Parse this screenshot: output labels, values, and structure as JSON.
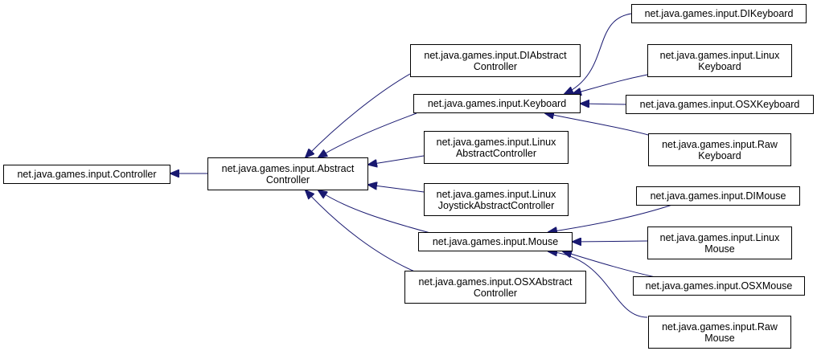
{
  "colors": {
    "edge": "#191970",
    "border": "#000000",
    "background": "#ffffff"
  },
  "nodes": {
    "controller": {
      "lines": [
        "net.java.games.input.Controller"
      ]
    },
    "abstract_controller": {
      "lines": [
        "net.java.games.input.Abstract",
        "Controller"
      ]
    },
    "di_abstract_controller": {
      "lines": [
        "net.java.games.input.DIAbstract",
        "Controller"
      ]
    },
    "keyboard": {
      "lines": [
        "net.java.games.input.Keyboard"
      ]
    },
    "linux_abstract_controller": {
      "lines": [
        "net.java.games.input.Linux",
        "AbstractController"
      ]
    },
    "linux_joystick_abstract_controller": {
      "lines": [
        "net.java.games.input.Linux",
        "JoystickAbstractController"
      ]
    },
    "mouse": {
      "lines": [
        "net.java.games.input.Mouse"
      ]
    },
    "osx_abstract_controller": {
      "lines": [
        "net.java.games.input.OSXAbstract",
        "Controller"
      ]
    },
    "di_keyboard": {
      "lines": [
        "net.java.games.input.DIKeyboard"
      ]
    },
    "linux_keyboard": {
      "lines": [
        "net.java.games.input.Linux",
        "Keyboard"
      ]
    },
    "osx_keyboard": {
      "lines": [
        "net.java.games.input.OSXKeyboard"
      ]
    },
    "raw_keyboard": {
      "lines": [
        "net.java.games.input.Raw",
        "Keyboard"
      ]
    },
    "di_mouse": {
      "lines": [
        "net.java.games.input.DIMouse"
      ]
    },
    "linux_mouse": {
      "lines": [
        "net.java.games.input.Linux",
        "Mouse"
      ]
    },
    "osx_mouse": {
      "lines": [
        "net.java.games.input.OSXMouse"
      ]
    },
    "raw_mouse": {
      "lines": [
        "net.java.games.input.Raw",
        "Mouse"
      ]
    }
  }
}
